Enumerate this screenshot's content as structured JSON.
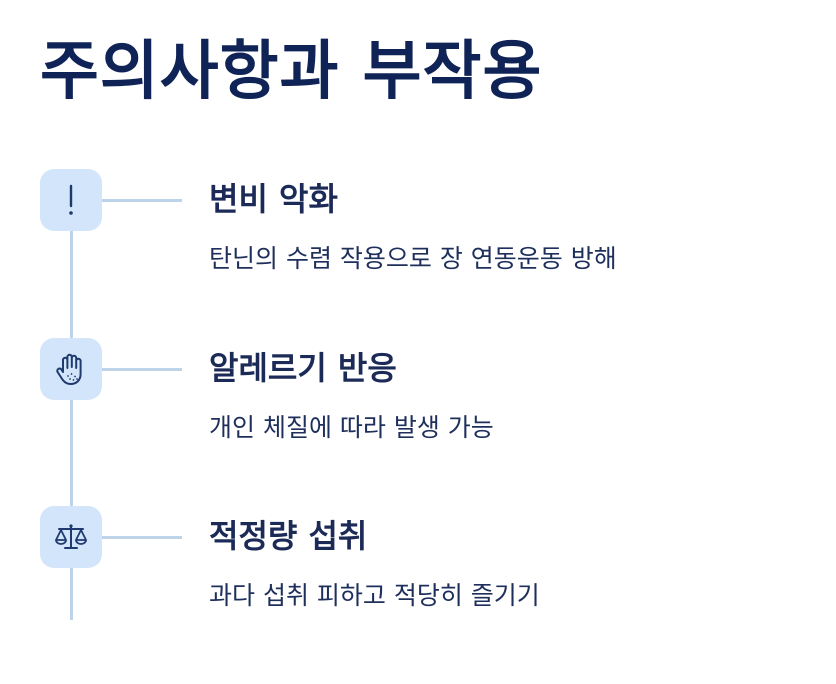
{
  "title": "주의사항과 부작용",
  "items": [
    {
      "icon": "exclamation-icon",
      "title": "변비 악화",
      "description": "탄닌의 수렴 작용으로 장 연동운동 방해"
    },
    {
      "icon": "hand-icon",
      "title": "알레르기 반응",
      "description": "개인 체질에 따라 발생 가능"
    },
    {
      "icon": "balance-scale-icon",
      "title": "적정량 섭취",
      "description": "과다 섭취 피하고 적당히 즐기기"
    }
  ],
  "colors": {
    "title": "#0f2357",
    "icon_bg": "#d3e5fb",
    "line": "#bcd3ea",
    "icon_stroke": "#1e3a6e"
  }
}
